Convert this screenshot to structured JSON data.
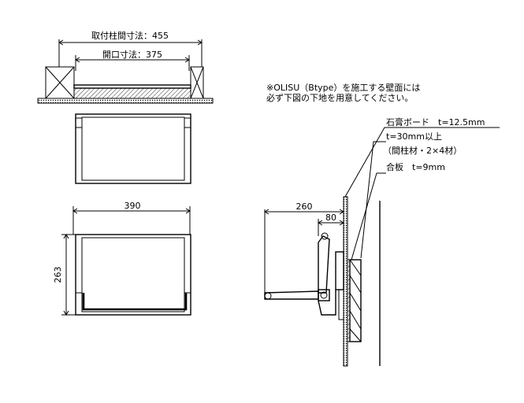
{
  "top_view": {
    "pillar_spacing": "取付柱間寸法：455",
    "opening": "開口寸法：375"
  },
  "front_view": {
    "width": "390",
    "height": "263"
  },
  "side_view": {
    "note_line1": "※OLISU（Btype）を施工する壁面には",
    "note_line2": "必ず下図の下地を用意してください。",
    "label_board": "石膏ボード　t=12.5mm",
    "label_backing": "t=30mm以上",
    "label_stud": "（間柱材・2×4材）",
    "label_plywood": "合板　t=9mm",
    "depth": "260",
    "wall_offset": "80"
  }
}
